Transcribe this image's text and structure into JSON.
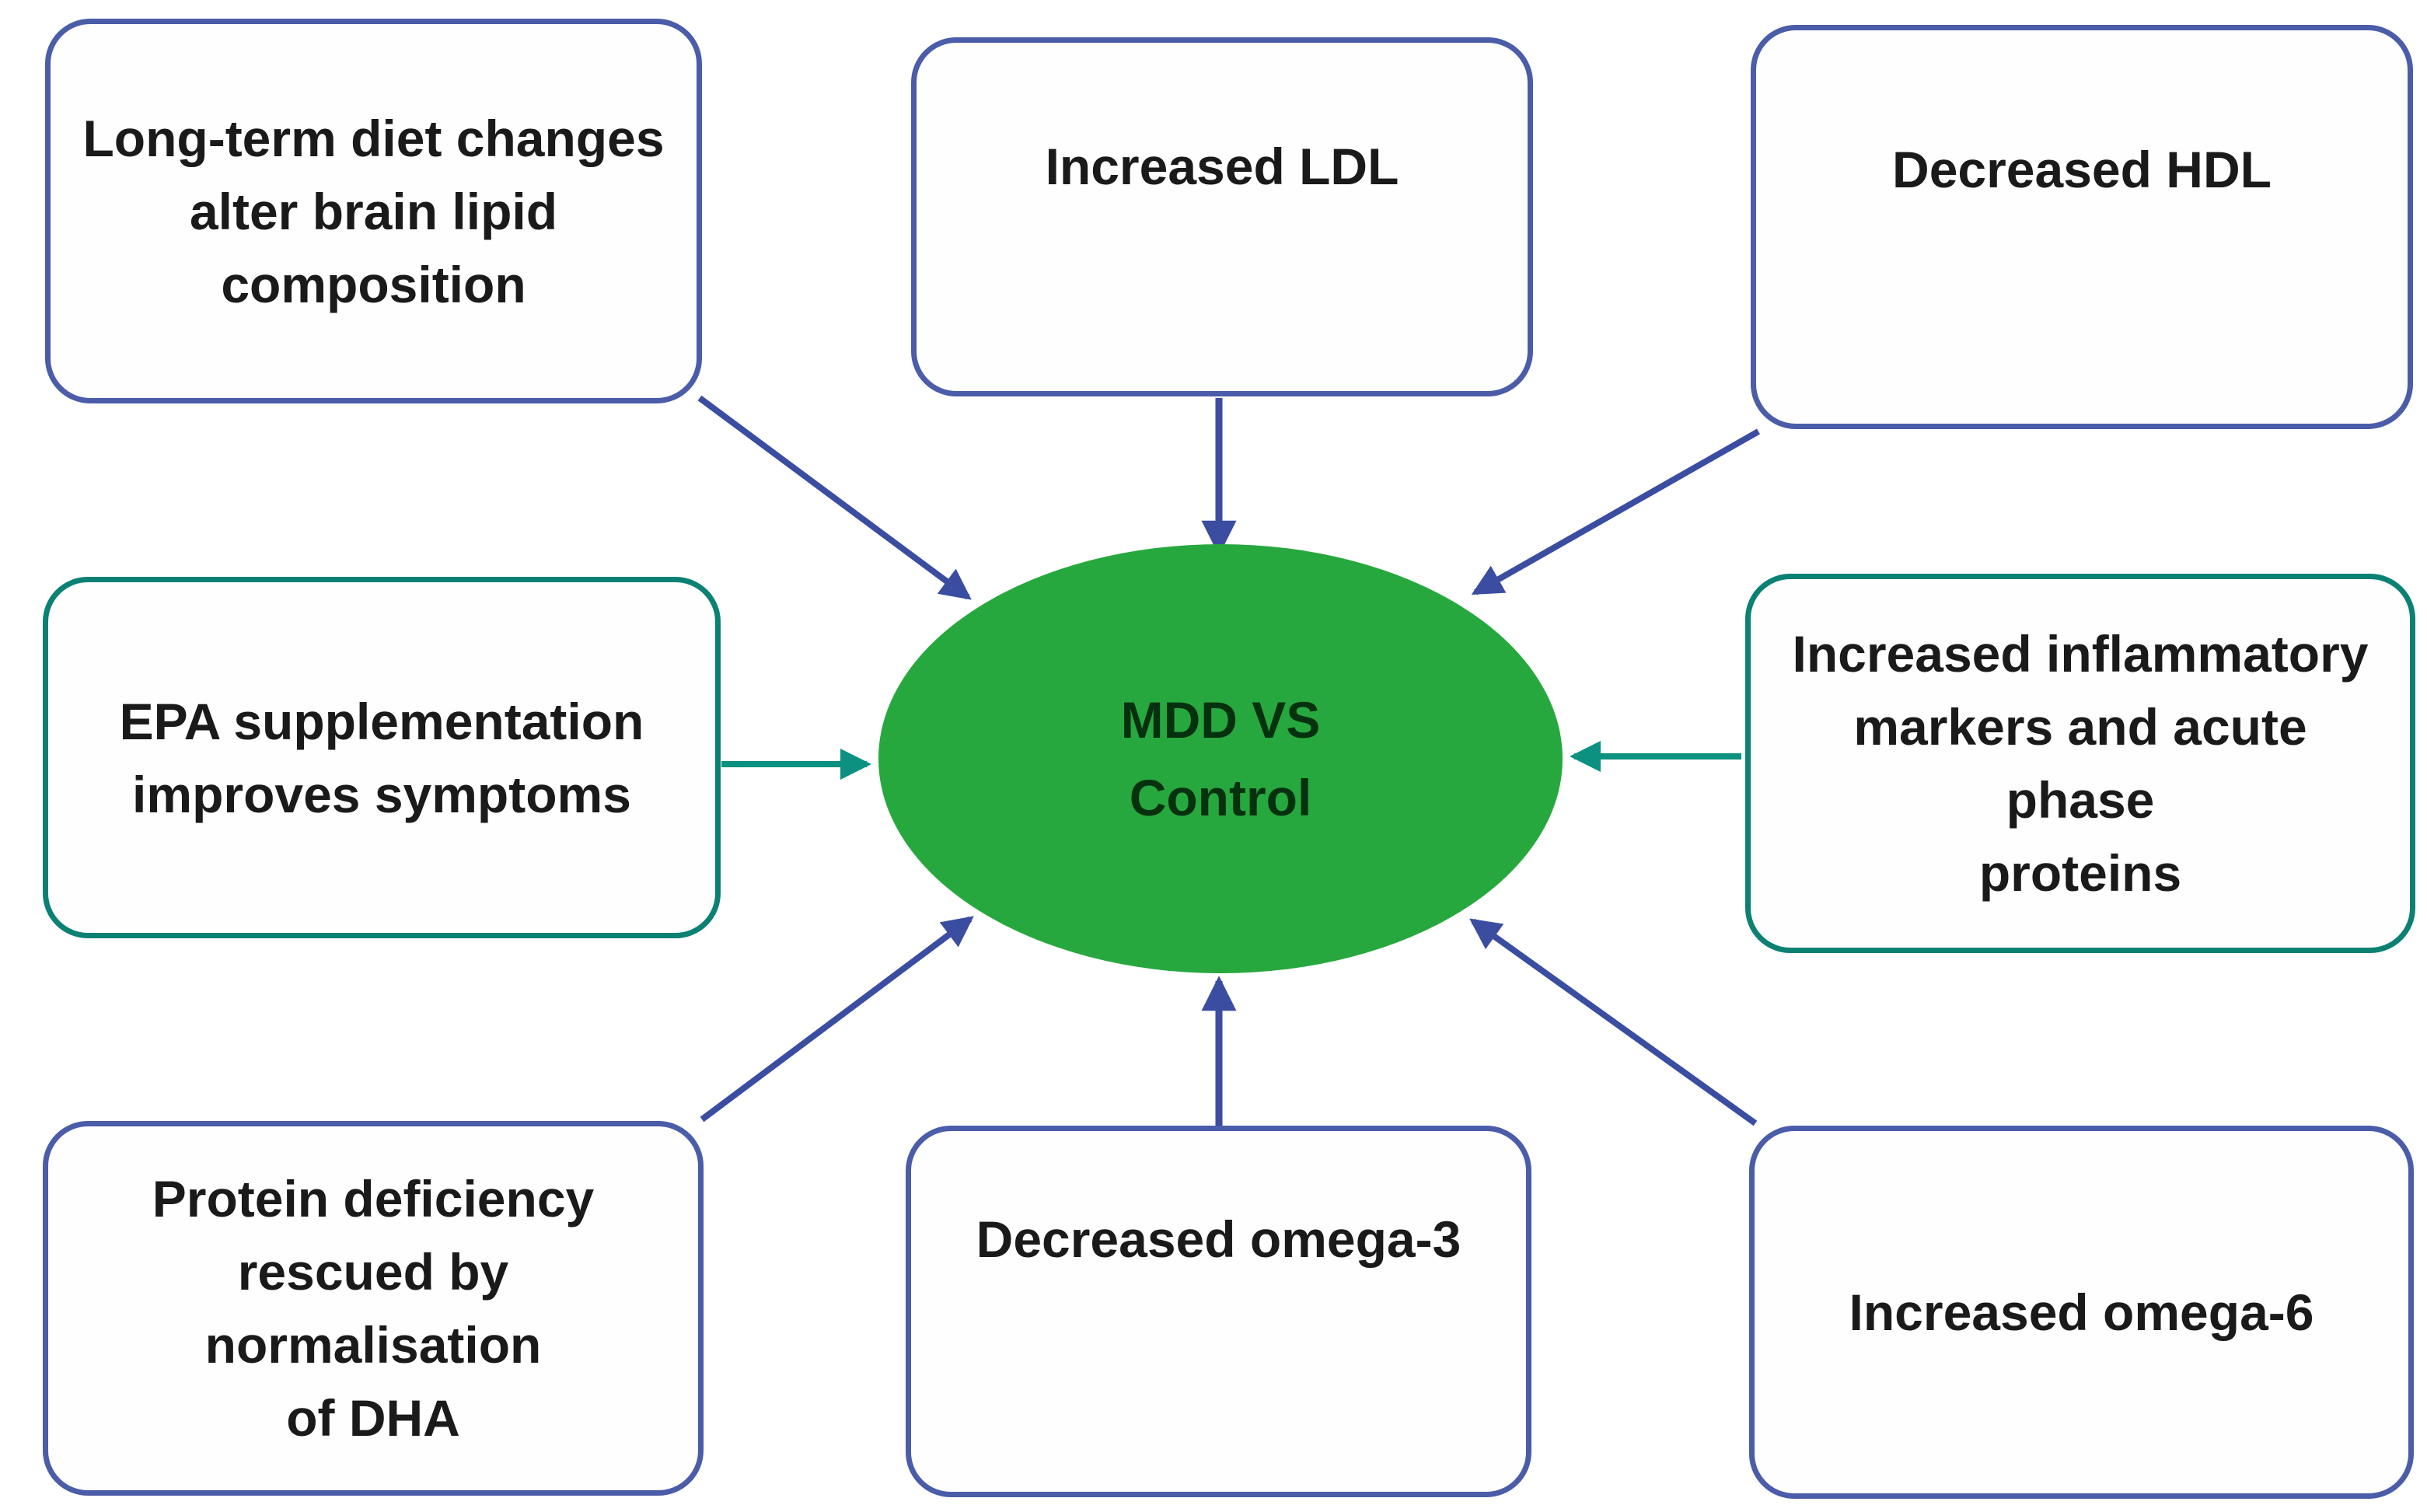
{
  "diagram": {
    "title": "MDD vs Control lipid and inflammation findings diagram",
    "center_node": {
      "lines": [
        "MDD VS",
        "Control"
      ],
      "fill_color": "#27a83e",
      "text_color": "#06310f"
    },
    "colors": {
      "blue_border": "#4b5ca9",
      "teal_border": "#0b8174",
      "blue_arrow": "#3b4da1",
      "teal_arrow": "#0c9180",
      "box_text": "#1a1a1a",
      "background": "#ffffff"
    },
    "boxes": [
      {
        "position": "top-left",
        "accent": "blue",
        "lines": [
          "Long-term diet changes",
          "alter brain lipid",
          "composition"
        ]
      },
      {
        "position": "top-center",
        "accent": "blue",
        "lines": [
          "Increased LDL"
        ]
      },
      {
        "position": "top-right",
        "accent": "blue",
        "lines": [
          "Decreased HDL"
        ]
      },
      {
        "position": "middle-left",
        "accent": "teal",
        "lines": [
          "EPA supplementation",
          "improves symptoms"
        ]
      },
      {
        "position": "middle-right",
        "accent": "teal",
        "lines": [
          "Increased inflammatory",
          "markers and acute phase",
          "proteins"
        ]
      },
      {
        "position": "bottom-left",
        "accent": "blue",
        "lines": [
          "Protein deficiency",
          "rescued by normalisation",
          "of DHA"
        ]
      },
      {
        "position": "bottom-center",
        "accent": "blue",
        "lines": [
          "Decreased omega-3"
        ]
      },
      {
        "position": "bottom-right",
        "accent": "blue",
        "lines": [
          "Increased omega-6"
        ]
      }
    ],
    "arrows": [
      {
        "from": "top-left box",
        "to": "center ellipse",
        "color_name": "blue"
      },
      {
        "from": "top-center box",
        "to": "center ellipse",
        "color_name": "blue"
      },
      {
        "from": "top-right box",
        "to": "center ellipse",
        "color_name": "blue"
      },
      {
        "from": "middle-left box",
        "to": "center ellipse",
        "color_name": "teal"
      },
      {
        "from": "middle-right box",
        "to": "center ellipse",
        "color_name": "teal"
      },
      {
        "from": "bottom-left box",
        "to": "center ellipse",
        "color_name": "blue"
      },
      {
        "from": "bottom-center box",
        "to": "center ellipse",
        "color_name": "blue"
      },
      {
        "from": "bottom-right box",
        "to": "center ellipse",
        "color_name": "blue"
      }
    ]
  }
}
